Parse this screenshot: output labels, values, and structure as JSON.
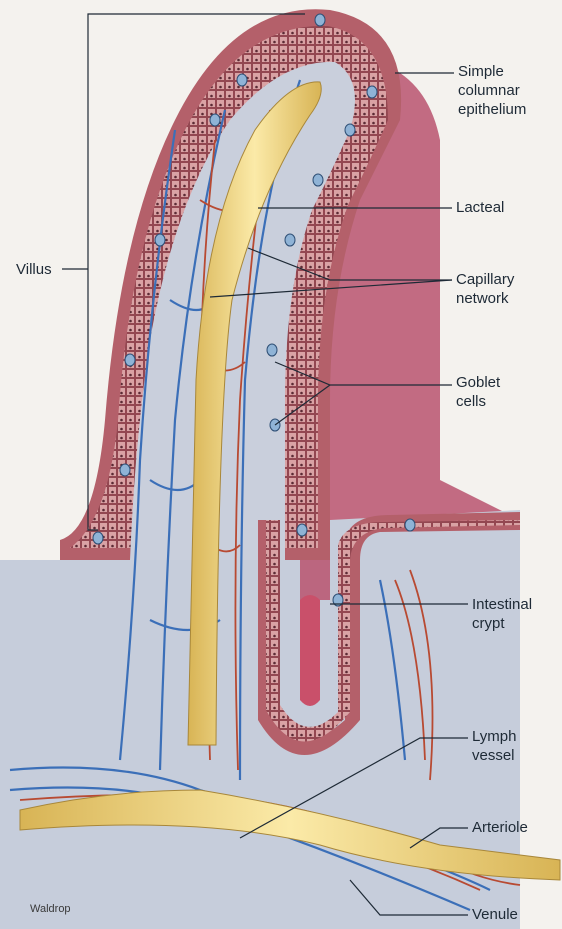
{
  "labels": {
    "villus": "Villus",
    "simple_columnar_epithelium": "Simple\ncolumnar\nepithelium",
    "lacteal": "Lacteal",
    "capillary_network": "Capillary\nnetwork",
    "goblet_cells": "Goblet\ncells",
    "intestinal_crypt": "Intestinal\ncrypt",
    "lymph_vessel": "Lymph\nvessel",
    "arteriole": "Arteriole",
    "venule": "Venule"
  },
  "credit": "Waldrop",
  "colors": {
    "epithelium": "#b4606a",
    "epithelium_cells": "#d9a2a4",
    "lamina_propria": "#c9cfdc",
    "tissue_pink": "#b8546e",
    "lacteal": "#f0d27a",
    "vein": "#3b6fb8",
    "artery": "#b84a32",
    "goblet": "#8fb3d6",
    "leader_line": "#1e2a36"
  }
}
